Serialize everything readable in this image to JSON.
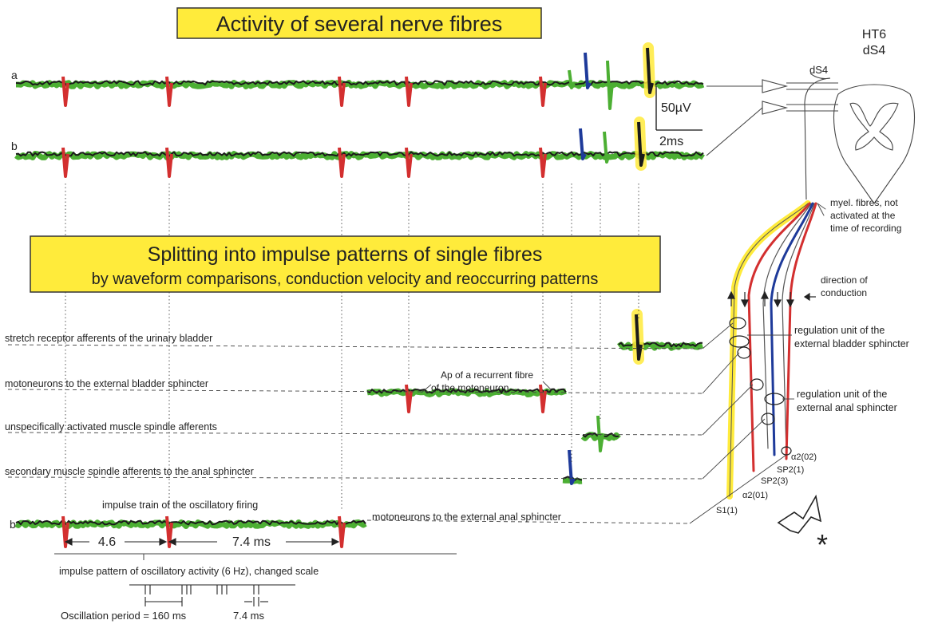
{
  "titles": {
    "main": "Activity of several nerve fibres",
    "split_line1": "Splitting into impulse patterns of single fibres",
    "split_line2": "by waveform comparisons, conduction velocity and reoccurring patterns"
  },
  "trace_labels": {
    "a": "a",
    "b": "b",
    "b2": "b"
  },
  "scale_bar": {
    "voltage": "50µV",
    "time": "2ms"
  },
  "spinal": {
    "segment_line1": "HT6",
    "segment_line2": "dS4",
    "root": "dS4"
  },
  "fibre_notes": {
    "myel": [
      "myel. fibres, not",
      "activated at the",
      "time of recording"
    ],
    "direction": [
      "direction of",
      "conduction"
    ],
    "reg_bladder": [
      "regulation unit of the",
      "external bladder sphincter"
    ],
    "reg_anal": [
      "regulation unit of the",
      "external anal sphincter"
    ]
  },
  "fibre_ids": {
    "a2_02": "α2(02)",
    "sp2_1": "SP2(1)",
    "sp2_3": "SP2(3)",
    "a2_01": "α2(01)",
    "s1_1": "S1(1)"
  },
  "rows": {
    "stretch": "stretch receptor afferents of the urinary bladder",
    "moto_bladder": "motoneurons to the external bladder sphincter",
    "unspecific": "unspecifically activated muscle spindle afferents",
    "secondary": "secondary muscle spindle afferents to the anal sphincter",
    "moto_anal": "motoneurons to the external anal sphincter"
  },
  "ap_note": [
    "Ap of a recurrent fibre",
    "of the motoneuron"
  ],
  "impulse_train": "impulse train of the oscillatory firing",
  "intervals": {
    "first": "4.6",
    "second": "7.4 ms"
  },
  "pattern_label": "impulse pattern of oscillatory activity (6 Hz), changed scale",
  "oscillation": {
    "period": "Oscillation period = 160 ms",
    "interval": "7.4 ms"
  },
  "asterisk": "*",
  "colors": {
    "trace": "#1a1a1a",
    "trace_halo": "#4caf33",
    "red": "#d32f2f",
    "blue": "#1e3a9a",
    "yellow": "#ffeb3b",
    "title_fill": "#ffeb3b"
  }
}
